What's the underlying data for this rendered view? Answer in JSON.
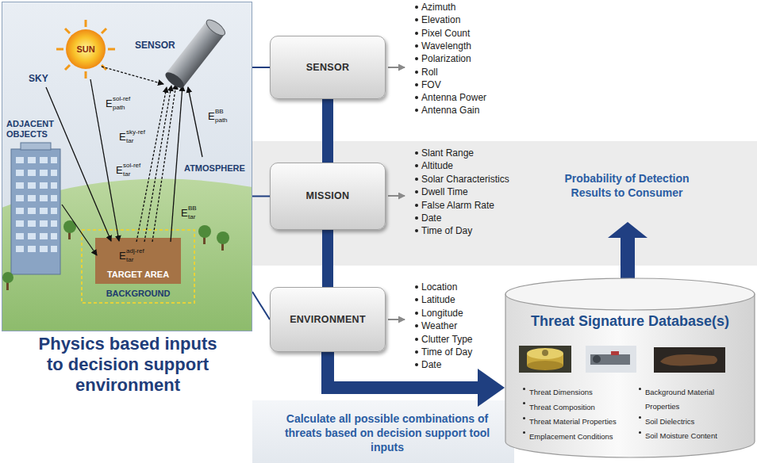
{
  "diagram": {
    "nodes": [
      {
        "text": [
          "Physics based inputs to decision support environment"
        ]
      },
      {
        "text": [
          "SENSOR"
        ]
      },
      {
        "text": [
          "MISSION"
        ]
      },
      {
        "text": [
          "ENVIRONMENT"
        ]
      },
      {
        "text": [
          "Threat Signature Database(s)",
          "Threat Dimensions",
          "Threat Composition",
          "Threat Material Properties",
          "Emplacement Conditions",
          "Background Material Properties",
          "Soil Dielectrics",
          "Soil Moisture Content"
        ]
      }
    ],
    "edges": [
      {
        "from": 0,
        "to": 1,
        "arrow": "none"
      },
      {
        "from": 0,
        "to": 2,
        "arrow": "none"
      },
      {
        "from": 0,
        "to": 3,
        "arrow": "none"
      },
      {
        "from": 1,
        "to": 2,
        "arrow": "none"
      },
      {
        "from": 2,
        "to": 3,
        "arrow": "none"
      },
      {
        "from": 3,
        "to": 4,
        "arrow": "to",
        "label": "Calculate all possible combinations of threats based on decision support tool inputs"
      }
    ],
    "labels": [
      "Azimuth",
      "Elevation",
      "Pixel Count",
      "Wavelength",
      "Polarization",
      "Roll",
      "FOV",
      "Antenna Power",
      "Antenna Gain",
      "Slant Range",
      "Altitude",
      "Solar Characteristics",
      "Dwell Time",
      "False Alarm Rate",
      "Date",
      "Time of Day",
      "Location",
      "Latitude",
      "Longitude",
      "Weather",
      "Clutter Type",
      "Time of Day",
      "Date",
      "Probability of Detection Results to Consumer",
      "SUN",
      "SKY",
      "SENSOR",
      "ADJACENT OBJECTS",
      "ATMOSPHERE",
      "TARGET AREA",
      "BACKGROUND",
      "E",
      "sol-ref",
      "path",
      "E",
      "sky-ref",
      "tar",
      "E",
      "BB",
      "path",
      "E",
      "sol-ref",
      "tar",
      "E",
      "BB",
      "tar",
      "E",
      "adj-ref",
      "tar"
    ]
  }
}
